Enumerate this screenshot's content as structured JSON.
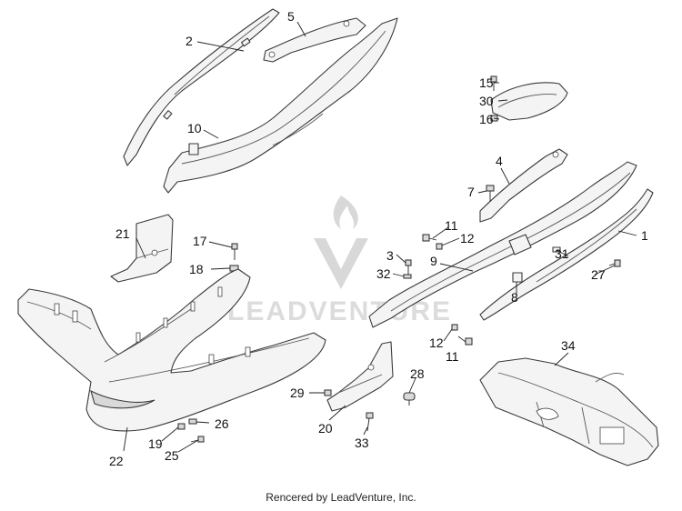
{
  "watermark": {
    "text": "LEADVENTURE"
  },
  "footer": {
    "text": "Rencered by LeadVenture, Inc."
  },
  "callouts": {
    "c1": "1",
    "c2": "2",
    "c3": "3",
    "c4": "4",
    "c5": "5",
    "c7": "7",
    "c8": "8",
    "c9": "9",
    "c10": "10",
    "c11a": "11",
    "c11b": "11",
    "c12a": "12",
    "c12b": "12",
    "c15": "15",
    "c16": "16",
    "c17": "17",
    "c18": "18",
    "c19": "19",
    "c20": "20",
    "c21": "21",
    "c22": "22",
    "c25": "25",
    "c26": "26",
    "c27": "27",
    "c28": "28",
    "c29": "29",
    "c30": "30",
    "c31": "31",
    "c32": "32",
    "c33": "33",
    "c34": "34"
  }
}
